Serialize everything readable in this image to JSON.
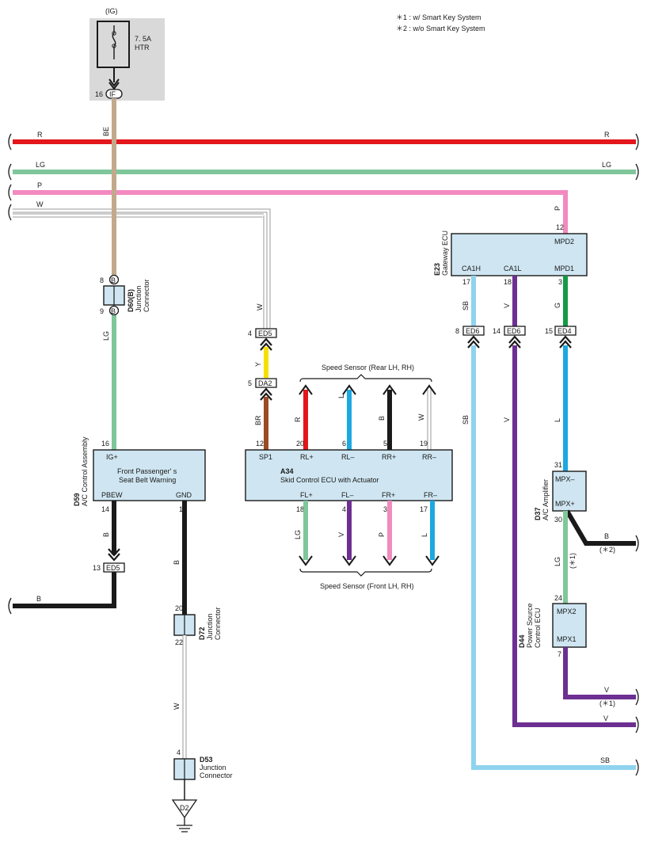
{
  "notes": [
    "＊1 : w/ Smart Key System",
    "＊2 : w/o Smart Key System"
  ],
  "colors": {
    "R": "#e3161c",
    "LG": "#7fc79a",
    "P": "#f28ac0",
    "W": "#9a9a9a",
    "BE": "#c2a98c",
    "B": "#1a1a1a",
    "Y": "#f4e000",
    "BR": "#9a4a24",
    "L": "#1ca8e0",
    "V": "#6d2f91",
    "G": "#149a45",
    "SB": "#8fd3ee",
    "box": "#cfe6f2",
    "fusebox": "#d9d9d9"
  },
  "fuse": {
    "ig": "(IG)",
    "rating": "7. 5A",
    "name": "HTR",
    "pin": "16",
    "conn": "IF"
  },
  "buses": [
    {
      "wire": "R",
      "label_left": "R",
      "label_right": "R"
    },
    {
      "wire": "LG",
      "label_left": "LG",
      "label_right": "LG"
    },
    {
      "wire": "P",
      "label_left": "P",
      "label_right": ""
    },
    {
      "wire": "W",
      "label_left": "W",
      "label_right": ""
    }
  ],
  "d60": {
    "code": "D60(B)",
    "name": [
      "Junction",
      "Connector"
    ],
    "pin_top": "8",
    "pin_bot": "9",
    "letter": "B"
  },
  "d59": {
    "code": "D59",
    "name": "A/C Control Assembly",
    "title": [
      "Front Passenger' s",
      "Seat Belt Warning"
    ],
    "pins": {
      "igp": "IG+",
      "pbew": "PBEW",
      "gnd": "GND"
    },
    "nums": {
      "igp": "16",
      "pbew": "14",
      "gnd": "1"
    }
  },
  "ed5_left": {
    "conn": "ED5",
    "pin": "13"
  },
  "d72": {
    "code": "D72",
    "name": [
      "Junction",
      "Connector"
    ],
    "pin_top": "20",
    "pin_bot": "22"
  },
  "d53": {
    "code": "D53",
    "name": [
      "Junction",
      "Connector"
    ],
    "pin": "4"
  },
  "ground": {
    "label": "D2"
  },
  "a34": {
    "code": "A34",
    "name": "Skid Control ECU with Actuator",
    "rear_label": "Speed Sensor (Rear LH,  RH)",
    "front_label": "Speed Sensor (Front LH,  RH)",
    "top_pins": [
      {
        "name": "SP1",
        "num": "12",
        "wire": "BR"
      },
      {
        "name": "RL+",
        "num": "20",
        "wire": "R"
      },
      {
        "name": "RL–",
        "num": "6",
        "wire": "L"
      },
      {
        "name": "RR+",
        "num": "5",
        "wire": "B"
      },
      {
        "name": "RR–",
        "num": "19",
        "wire": "W"
      }
    ],
    "bottom_pins": [
      {
        "name": "FL+",
        "num": "18",
        "wire": "LG"
      },
      {
        "name": "FL–",
        "num": "4",
        "wire": "V"
      },
      {
        "name": "FR+",
        "num": "3",
        "wire": "P"
      },
      {
        "name": "FR–",
        "num": "17",
        "wire": "L"
      }
    ]
  },
  "ed5_mid": {
    "conn": "ED5",
    "pin": "4"
  },
  "da2": {
    "conn": "DA2",
    "pin": "5"
  },
  "e23": {
    "code": "E23",
    "name": "Gateway ECU",
    "pins": {
      "mpd2": "MPD2",
      "ca1h": "CA1H",
      "ca1l": "CA1L",
      "mpd1": "MPD1"
    },
    "nums": {
      "mpd2": "12",
      "ca1h": "17",
      "ca1l": "18",
      "mpd1": "3"
    }
  },
  "ed6_a": {
    "conn": "ED6",
    "pin": "8"
  },
  "ed6_b": {
    "conn": "ED6",
    "pin": "14"
  },
  "ed4": {
    "conn": "ED4",
    "pin": "15"
  },
  "d37": {
    "code": "D37",
    "name": "A/C Amplifier",
    "pins": [
      "MPX–",
      "MPX+"
    ],
    "nums": [
      "31",
      "30"
    ]
  },
  "d44": {
    "code": "D44",
    "name": [
      "Power Source",
      "Control ECU"
    ],
    "pins": [
      "MPX2",
      "MPX1"
    ],
    "nums": [
      "24",
      "7"
    ]
  },
  "wire_labels": {
    "be": "BE",
    "lg_d60": "LG",
    "b_pbew": "B",
    "b_bus": "B",
    "b_gnd": "B",
    "w_gnd": "W",
    "w_drop": "W",
    "y": "Y",
    "br": "BR",
    "p_drop": "P",
    "sb1": "SB",
    "sb2": "SB",
    "v1": "V",
    "g": "G",
    "l": "L",
    "lg_d37": "LG",
    "lg_d37_note": "(＊1)",
    "b_d37": "B",
    "b_d37_note": "(＊2)",
    "v_d44": "V",
    "v_d44_note": "(＊1)",
    "v_bus": "V",
    "sb_bus": "SB"
  }
}
